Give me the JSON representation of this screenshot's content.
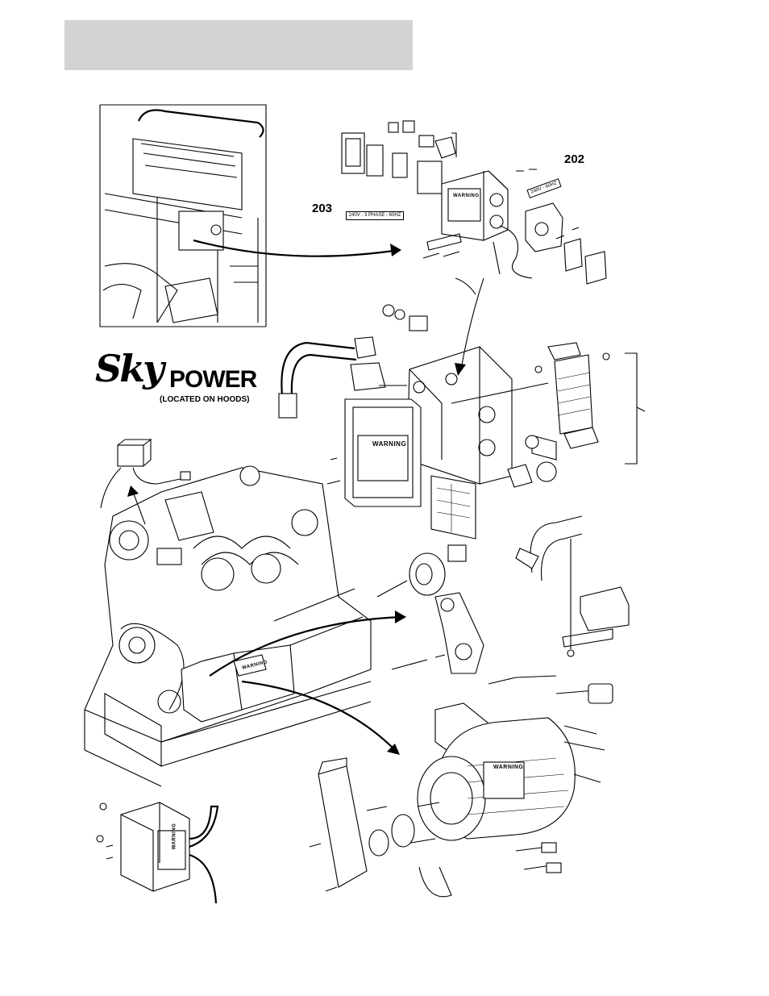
{
  "callouts": {
    "ref_202": "202",
    "ref_203": "203"
  },
  "plates": {
    "plate_203": "240V - 3 PHASE - 60HZ",
    "plate_202": "240V - 60HZ"
  },
  "logo": {
    "brand_sky": "Sky",
    "brand_power": "POWER",
    "subtitle": "(LOCATED ON HOODS)"
  },
  "warning_labels": {
    "label": "WARNING"
  },
  "colors": {
    "header_band": "#d3d3d3",
    "ink": "#000000",
    "paper": "#ffffff"
  }
}
